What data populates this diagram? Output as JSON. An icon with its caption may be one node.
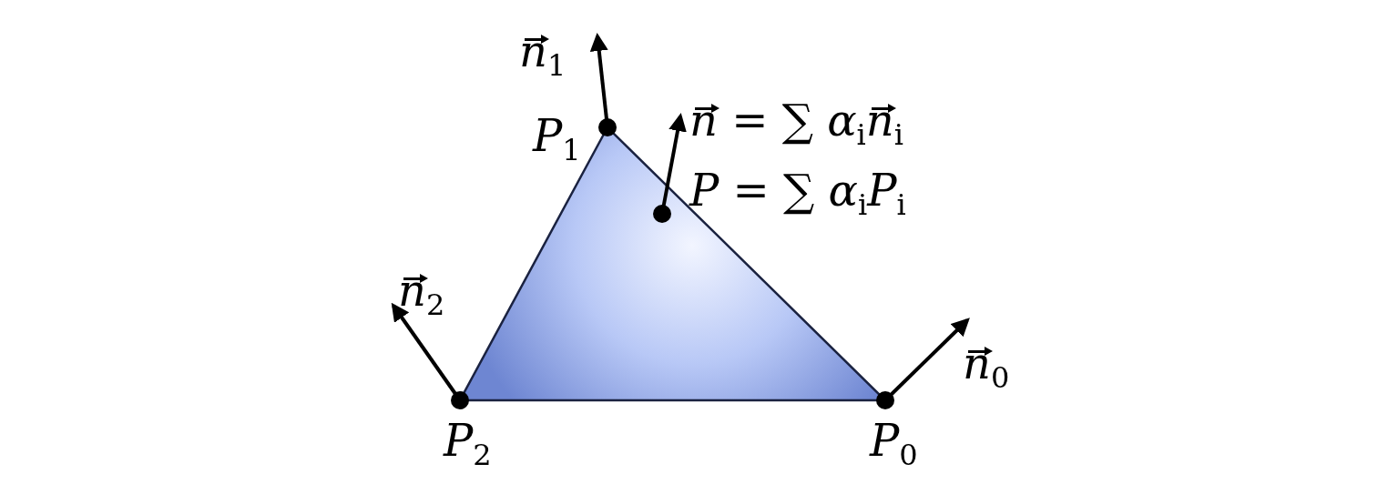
{
  "diagram": {
    "labels": [
      "n⃗$_{1}$",
      "n⃗ = ∑ α$_{i}$n⃗$_{i}$",
      "P$_{1}$",
      "P = ∑ α$_{i}$P$_{i}$",
      "n⃗$_{2}$",
      "n⃗$_{0}$",
      "P$_{2}$",
      "P$_{0}$"
    ]
  }
}
